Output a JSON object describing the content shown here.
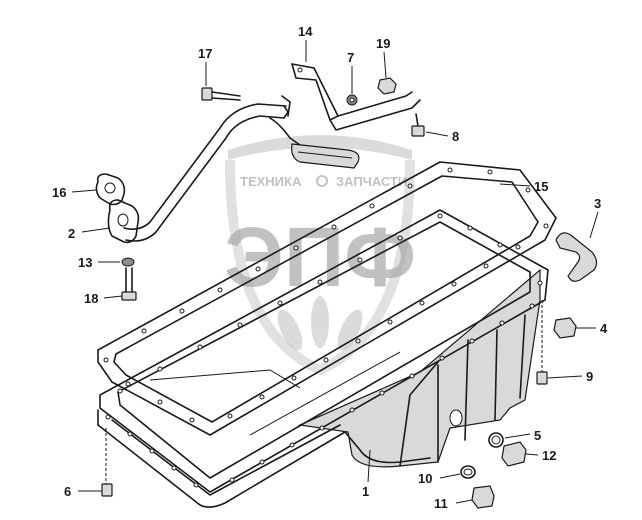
{
  "watermark": {
    "top_left": "ТЕХНИКА",
    "top_right": "ЗАПЧАСТИ",
    "logo": "ЭПФ"
  },
  "callouts": [
    {
      "id": "c1",
      "label": "1"
    },
    {
      "id": "c2",
      "label": "2"
    },
    {
      "id": "c3",
      "label": "3"
    },
    {
      "id": "c4",
      "label": "4"
    },
    {
      "id": "c5",
      "label": "5"
    },
    {
      "id": "c6",
      "label": "6"
    },
    {
      "id": "c7",
      "label": "7"
    },
    {
      "id": "c8",
      "label": "8"
    },
    {
      "id": "c9",
      "label": "9"
    },
    {
      "id": "c10",
      "label": "10"
    },
    {
      "id": "c11",
      "label": "11"
    },
    {
      "id": "c12",
      "label": "12"
    },
    {
      "id": "c13",
      "label": "13"
    },
    {
      "id": "c14",
      "label": "14"
    },
    {
      "id": "c15",
      "label": "15"
    },
    {
      "id": "c16",
      "label": "16"
    },
    {
      "id": "c17",
      "label": "17"
    },
    {
      "id": "c18",
      "label": "18"
    },
    {
      "id": "c19",
      "label": "19"
    }
  ]
}
